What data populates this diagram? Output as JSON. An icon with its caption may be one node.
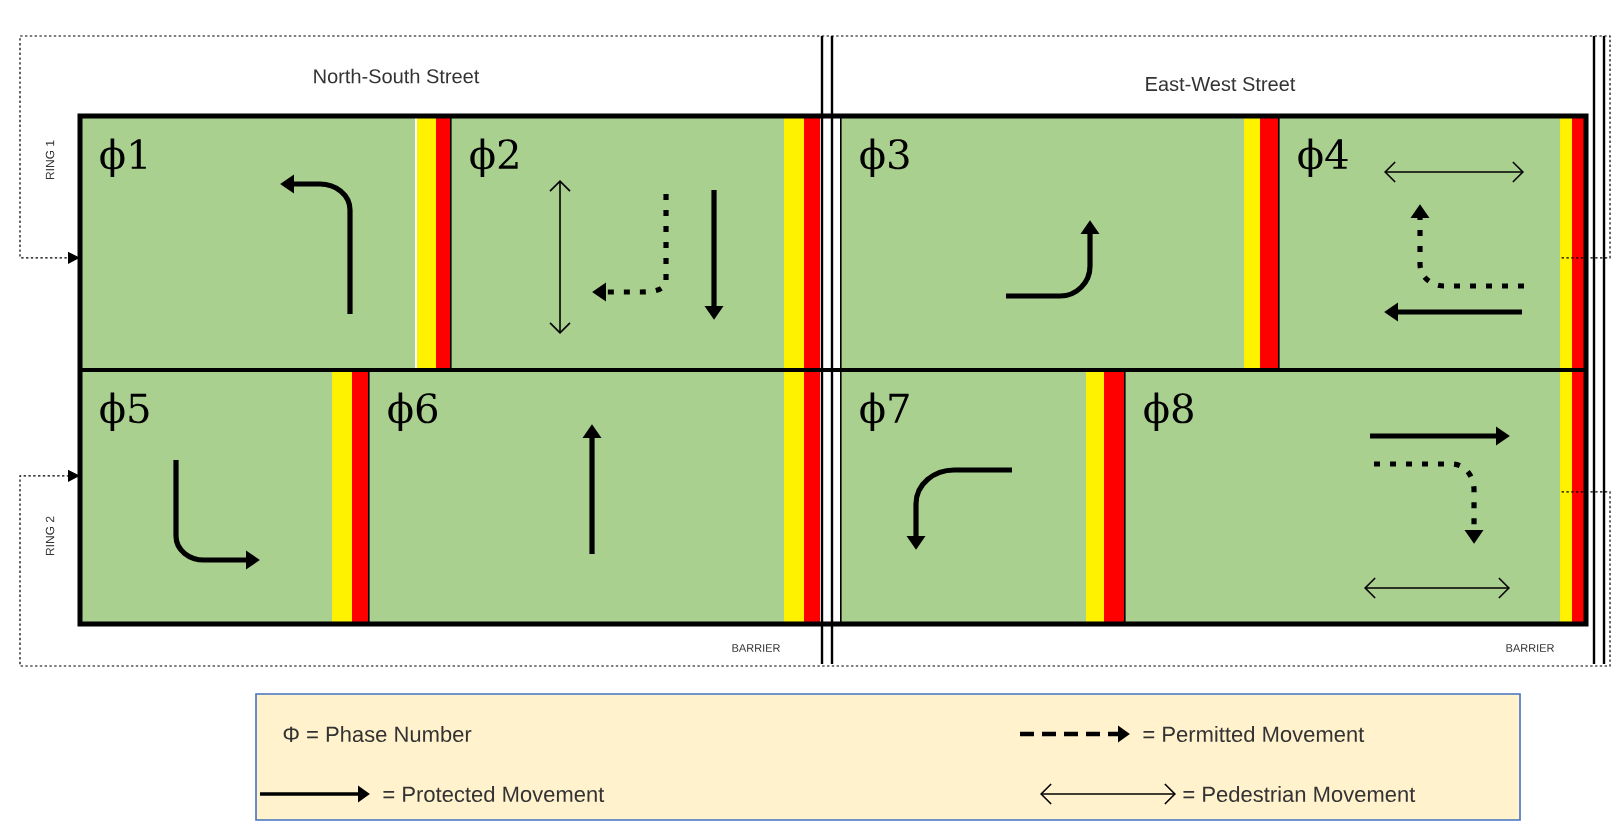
{
  "diagram": {
    "nodes": [
      {
        "text": [
          "ϕ1"
        ]
      },
      {
        "text": [
          "ϕ2"
        ]
      },
      {
        "text": [
          "ϕ3"
        ]
      },
      {
        "text": [
          "ϕ4"
        ]
      },
      {
        "text": [
          "ϕ5"
        ]
      },
      {
        "text": [
          "ϕ6"
        ]
      },
      {
        "text": [
          "ϕ7"
        ]
      },
      {
        "text": [
          "ϕ8"
        ]
      }
    ],
    "edges": [
      {
        "from": 3,
        "to": 0,
        "arrow": "to",
        "style": "dashed"
      },
      {
        "from": 7,
        "to": 4,
        "arrow": "to",
        "style": "dashed"
      }
    ],
    "labels": [
      "North-South Street",
      "East-West Street",
      "RING 1",
      "RING 2",
      "BARRIER",
      "BARRIER"
    ],
    "legend": [
      {
        "text": "Φ = Phase Number"
      },
      {
        "text": "= Permitted Movement"
      },
      {
        "text": "= Protected Movement"
      },
      {
        "text": "= Pedestrian Movement"
      }
    ]
  }
}
